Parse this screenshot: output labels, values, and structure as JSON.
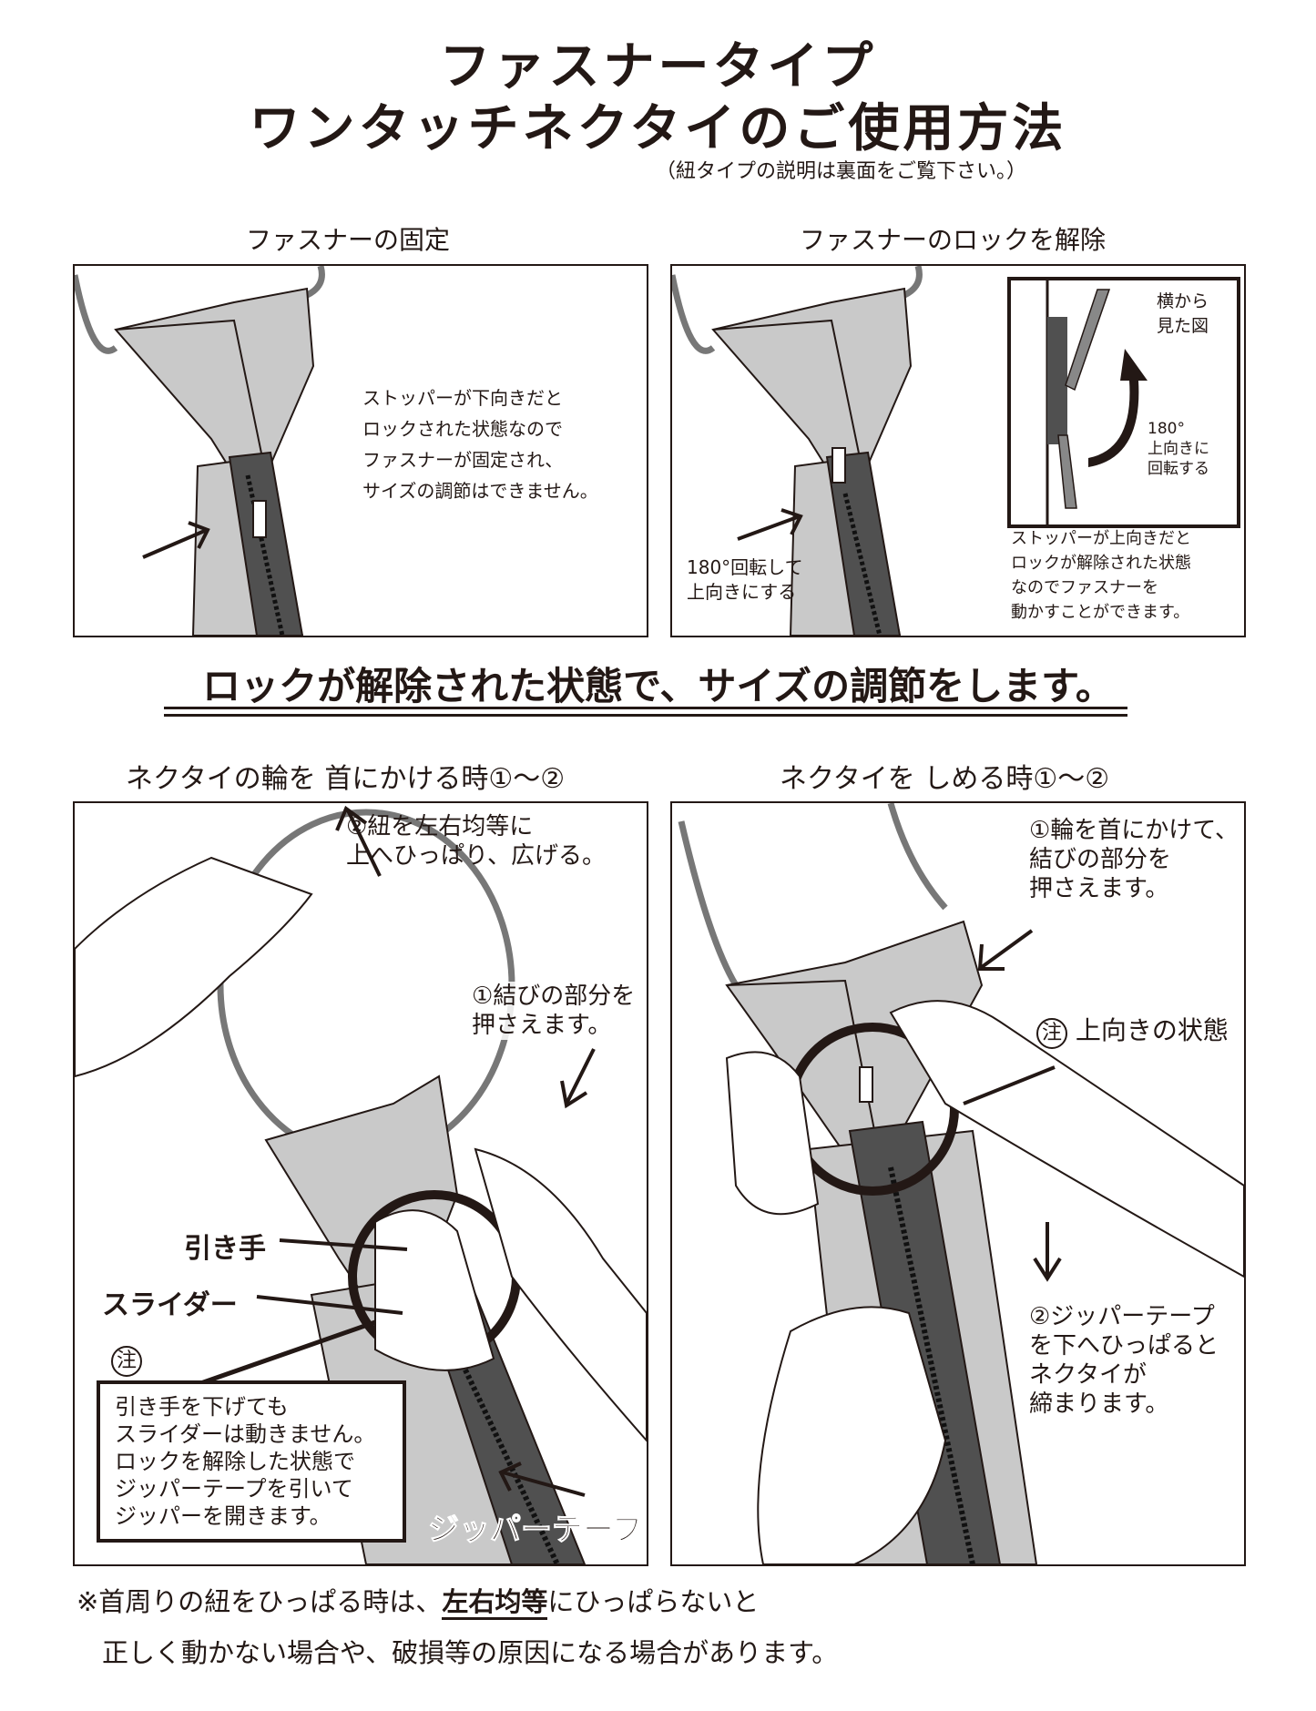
{
  "header": {
    "title_line1": "ファスナータイプ",
    "title_line2": "ワンタッチネクタイのご使用方法",
    "subtitle": "（紐タイプの説明は裏面をご覧下さい。）"
  },
  "top_left": {
    "heading": "ファスナーの固定",
    "text": [
      "ストッパーが下向きだと",
      "ロックされた状態なので",
      "ファスナーが固定され、",
      "サイズの調節はできません。"
    ]
  },
  "top_right": {
    "heading": "ファスナーのロックを解除",
    "rotate_note": [
      "180°回転して",
      "上向きにする"
    ],
    "inset_label": [
      "横から",
      "見た図"
    ],
    "inset_rotate": [
      "180°",
      "上向きに",
      "回転する"
    ],
    "text": [
      "ストッパーが上向きだと",
      "ロックが解除された状態",
      "なのでファスナーを",
      "動かすことができます。"
    ]
  },
  "banner": "ロックが解除された状態で、サイズの調節をします。",
  "bottom_left": {
    "heading": "ネクタイの輪を 首にかける時①～②",
    "step2": [
      "②紐を左右均等に",
      "上へひっぱり、広げる。"
    ],
    "step1": [
      "①結びの部分を",
      "押さえます。"
    ],
    "pull_tab": "引き手",
    "slider": "スライダー",
    "note_mark": "注",
    "note": [
      "引き手を下げても",
      "スライダーは動きません。",
      "ロックを解除した状態で",
      "ジッパーテープを引いて",
      "ジッパーを開きます。"
    ],
    "zipper_tape": "ジッパーテープ"
  },
  "bottom_right": {
    "heading": "ネクタイを しめる時①～②",
    "step1": [
      "①輪を首にかけて、",
      "結びの部分を",
      "押さえます。"
    ],
    "note_mark": "注",
    "note": "上向きの状態",
    "step2": [
      "②ジッパーテープ",
      "を下へひっぱると",
      "ネクタイが",
      "締まります。"
    ]
  },
  "footer": {
    "line1_prefix": "※首周りの紐をひっぱる時は、",
    "line1_emph": "左右均等",
    "line1_suffix": "にひっぱらないと",
    "line2": "正しく動かない場合や、破損等の原因になる場合があります。"
  },
  "colors": {
    "ink": "#231815",
    "tie_gray": "#c9c9c9",
    "zip_dark": "#505050"
  }
}
